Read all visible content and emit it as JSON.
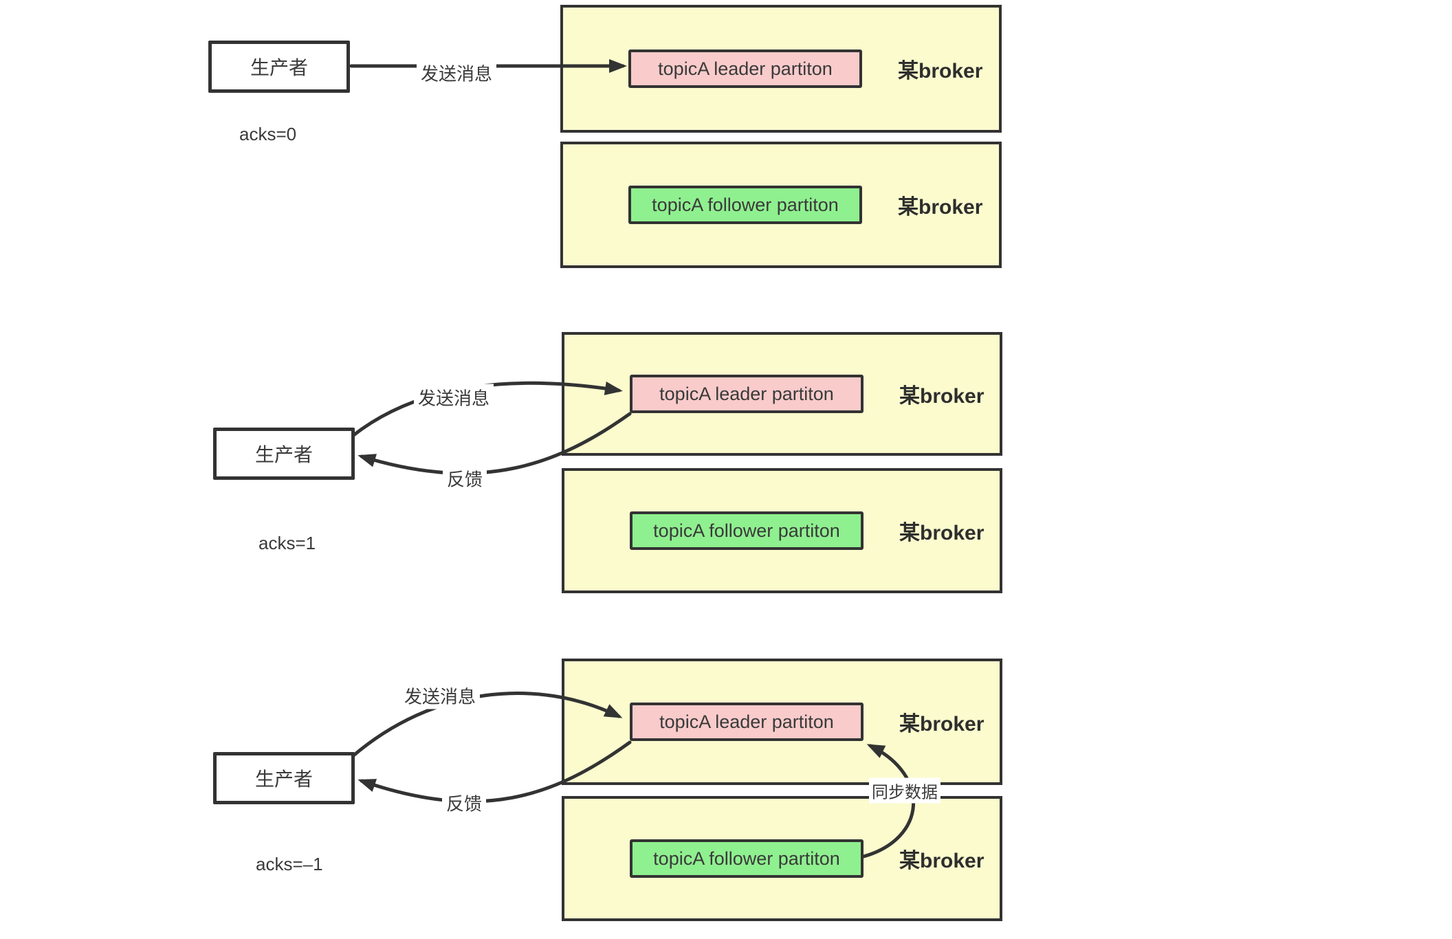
{
  "colors": {
    "background": "#FFFFFF",
    "broker_fill": "#FBFBCE",
    "leader_fill": "#F9CBCB",
    "follower_fill": "#8FF08F",
    "stroke": "#333333",
    "text": "#3A3A3A"
  },
  "diagram": {
    "sections": [
      {
        "acks": "acks=0",
        "producer": "生产者",
        "send_label": "发送消息",
        "brokers": [
          {
            "name": "某broker",
            "partition": "topicA leader partiton"
          },
          {
            "name": "某broker",
            "partition": "topicA follower partiton"
          }
        ]
      },
      {
        "acks": "acks=1",
        "producer": "生产者",
        "send_label": "发送消息",
        "feedback_label": "反馈",
        "brokers": [
          {
            "name": "某broker",
            "partition": "topicA leader partiton"
          },
          {
            "name": "某broker",
            "partition": "topicA follower partiton"
          }
        ]
      },
      {
        "acks": "acks=–1",
        "producer": "生产者",
        "send_label": "发送消息",
        "feedback_label": "反馈",
        "sync_label": "同步数据",
        "brokers": [
          {
            "name": "某broker",
            "partition": "topicA leader partiton"
          },
          {
            "name": "某broker",
            "partition": "topicA follower partiton"
          }
        ]
      }
    ]
  }
}
